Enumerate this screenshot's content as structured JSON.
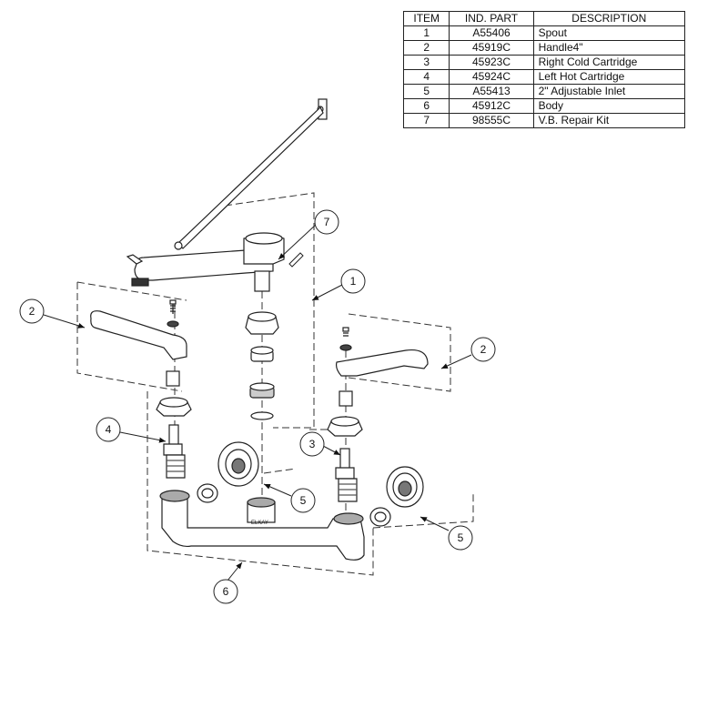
{
  "table": {
    "headers": [
      "ITEM",
      "IND. PART",
      "DESCRIPTION"
    ],
    "rows": [
      {
        "item": "1",
        "part": "A55406",
        "desc": "Spout"
      },
      {
        "item": "2",
        "part": "45919C",
        "desc": "Handle4\""
      },
      {
        "item": "3",
        "part": "45923C",
        "desc": "Right Cold Cartridge"
      },
      {
        "item": "4",
        "part": "45924C",
        "desc": "Left Hot Cartridge"
      },
      {
        "item": "5",
        "part": "A55413",
        "desc": "2\" Adjustable Inlet"
      },
      {
        "item": "6",
        "part": "45912C",
        "desc": "Body"
      },
      {
        "item": "7",
        "part": "98555C",
        "desc": "V.B. Repair Kit"
      }
    ]
  },
  "callouts": {
    "spout": "1",
    "handle_left": "2",
    "handle_right": "2",
    "cartridge_right": "3",
    "cartridge_left": "4",
    "inlet_center": "5",
    "inlet_right": "5",
    "body": "6",
    "vb_kit": "7"
  },
  "body_stamp": "ELKAY"
}
